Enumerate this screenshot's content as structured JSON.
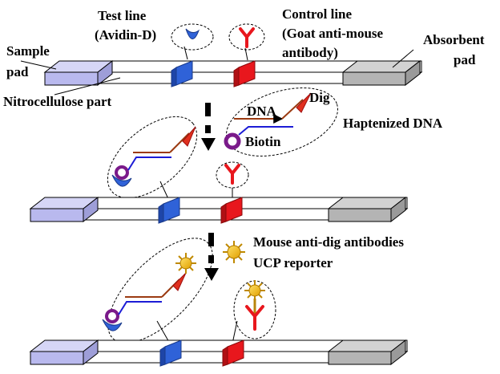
{
  "labels": {
    "test_line_1": "Test line",
    "test_line_2": "(Avidin-D)",
    "control_line_1": "Control line",
    "control_line_2": "(Goat anti-mouse",
    "control_line_3": "antibody)",
    "absorbent_1": "Absorbent",
    "absorbent_2": "pad",
    "sample_1": "Sample",
    "sample_2": "pad",
    "nitro": "Nitrocellulose part",
    "dna": "DNA",
    "dig": "Dig",
    "biotin": "Biotin",
    "haptenized": "Haptenized DNA",
    "mouse_anti": "Mouse anti-dig antibodies",
    "ucp": "UCP reporter"
  },
  "colors": {
    "sample_pad": "#b9b9ee",
    "test_line": "#2f62d8",
    "control_line": "#e8171d",
    "absorbent_pad": "#b4b4b4",
    "dna_strand": "#9b3b12",
    "biotin_strand": "#1c1cd6",
    "dig_arrow": "#e0301e",
    "biotin_circle": "#7a1a8a",
    "ucp_sun": "#f2b800"
  }
}
